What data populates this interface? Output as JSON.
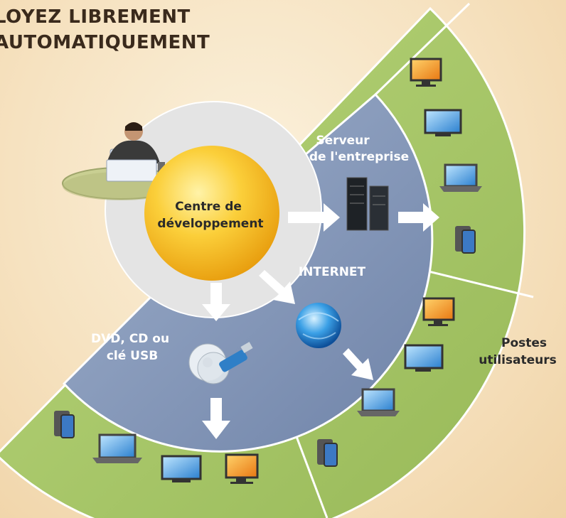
{
  "title": {
    "line1": "LOYEZ  LIBREMENT",
    "line2": "AUTOMATIQUEMENT"
  },
  "center": {
    "line1": "Centre de",
    "line2": "développement"
  },
  "server": {
    "line1": "Serveur",
    "line2": "de l'entreprise"
  },
  "internet": {
    "label": "INTERNET"
  },
  "media": {
    "line1": "DVD, CD ou",
    "line2": "clé USB"
  },
  "endpoints": {
    "line1": "Postes",
    "line2": "utilisateurs"
  },
  "colors": {
    "outer_ring": "#a9c86a",
    "middle_ring": "#7f92b4",
    "inner_ring": "#e6e6e6",
    "center_disc": "#f7b51e",
    "background": "#f6e2c0"
  }
}
